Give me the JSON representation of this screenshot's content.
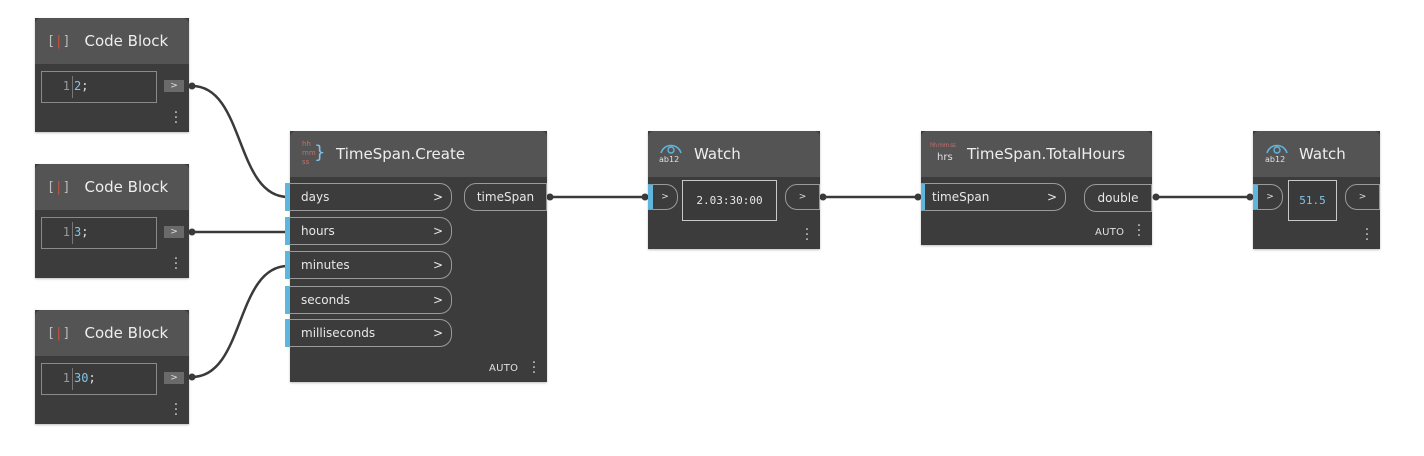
{
  "code_blocks": [
    {
      "title": "Code Block",
      "line_number": "1",
      "code_value": "2",
      "code_terminator": ";"
    },
    {
      "title": "Code Block",
      "line_number": "1",
      "code_value": "3",
      "code_terminator": ";"
    },
    {
      "title": "Code Block",
      "line_number": "1",
      "code_value": "30",
      "code_terminator": ";"
    }
  ],
  "timespan_create": {
    "title": "TimeSpan.Create",
    "inputs": [
      "days",
      "hours",
      "minutes",
      "seconds",
      "milliseconds"
    ],
    "output": "timeSpan",
    "lacing": "AUTO",
    "icon_text": [
      "hh",
      "mm",
      "ss"
    ]
  },
  "watch_1": {
    "title": "Watch",
    "value": "2.03:30:00",
    "icon_text": "ab12"
  },
  "timespan_totalhours": {
    "title": "TimeSpan.TotalHours",
    "input": "timeSpan",
    "output": "double",
    "lacing": "AUTO",
    "icon_text": "hrs"
  },
  "watch_2": {
    "title": "Watch",
    "value": "51.5",
    "icon_text": "ab12"
  },
  "glyphs": {
    "chevron": ">",
    "port_arrow": ">"
  },
  "colors": {
    "node_body": "#3c3c3c",
    "node_header": "#545454",
    "port_accent": "#5fb5dc",
    "wire": "#3a3a3a",
    "number": "#7fc4ec",
    "codeblock_bracket_red": "#d2503c"
  }
}
